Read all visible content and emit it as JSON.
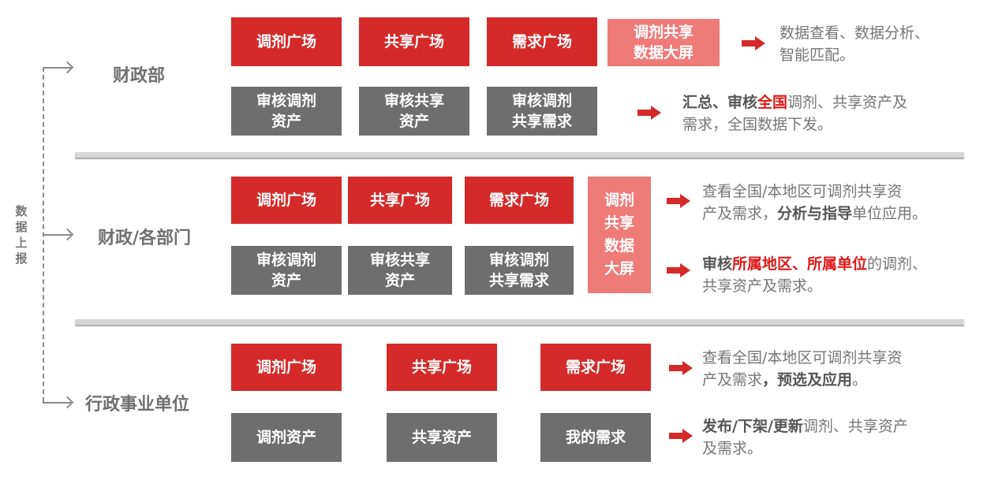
{
  "side_label": "数据上报",
  "levels": {
    "l1": "财政部",
    "l2": "财政/各部门",
    "l3": "行政事业单位"
  },
  "sec1": {
    "red": [
      "调剂广场",
      "共享广场",
      "需求广场"
    ],
    "light": [
      "调剂共享",
      "数据大屏"
    ],
    "gray": [
      [
        "审核调剂",
        "资产"
      ],
      [
        "审核共享",
        "资产"
      ],
      [
        "审核调剂",
        "共享需求"
      ]
    ],
    "desc1": [
      "数据查看、数据分析、",
      "智能匹配。"
    ],
    "desc2": {
      "b1": "汇总、审核",
      "r1": "全国",
      "t1": "调剂、共享资产及",
      "t2": "需求，全国数据下发。"
    }
  },
  "sec2": {
    "red": [
      "调剂广场",
      "共享广场",
      "需求广场"
    ],
    "light": [
      "调剂",
      "共享",
      "数据",
      "大屏"
    ],
    "gray": [
      [
        "审核调剂",
        "资产"
      ],
      [
        "审核共享",
        "资产"
      ],
      [
        "审核调剂",
        "共享需求"
      ]
    ],
    "desc1": {
      "t1": "查看全国/本地区可调剂共享资",
      "t2": "产及需求，",
      "b1": "分析与指导",
      "t3": "单位应用。"
    },
    "desc2": {
      "b1": "审核",
      "r1": "所属地区、所属单位",
      "t1": "的调剂、",
      "t2": "共享资产及需求。"
    }
  },
  "sec3": {
    "red": [
      "调剂广场",
      "共享广场",
      "需求广场"
    ],
    "gray": [
      "调剂资产",
      "共享资产",
      "我的需求"
    ],
    "desc1": {
      "t1": "查看全国/本地区可调剂共享资",
      "t2": "产及需求",
      "b1": "，预选及应用",
      "t3": "。"
    },
    "desc2": {
      "b1": "发布/下架/更新",
      "t1": "调剂、共享资产",
      "t2": "及需求。"
    }
  },
  "colors": {
    "red": "#d42a2a",
    "gray": "#6e6e6e",
    "light_red": "#ee7b78",
    "highlight": "#e01818"
  }
}
